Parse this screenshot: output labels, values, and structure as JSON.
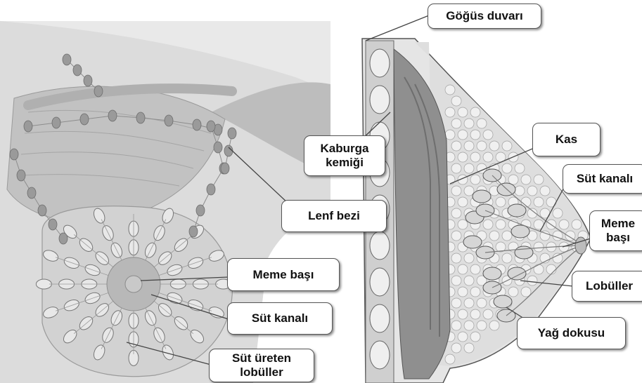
{
  "labels": {
    "gogus_duvari": "Göğüs duvarı",
    "kaburga_kemigi": "Kaburga\nkemiği",
    "kas": "Kas",
    "lenf_bezi": "Lenf bezi",
    "sut_kanali_right": "Süt kanalı",
    "meme_basi_right": "Meme\nbaşı",
    "meme_basi_left": "Meme başı",
    "lobuller": "Lobüller",
    "sut_kanali_left": "Süt kanalı",
    "yag_dokusu": "Yağ dokusu",
    "sut_ureten_lobuller": "Süt üreten\nlobüller"
  },
  "colors": {
    "tissue": "#cfcfcf",
    "muscle": "#8a8a8a",
    "lobule": "#e8e8e8",
    "lobule_edge": "#777777",
    "node": "#9a9a9a",
    "label_border": "#555555"
  }
}
